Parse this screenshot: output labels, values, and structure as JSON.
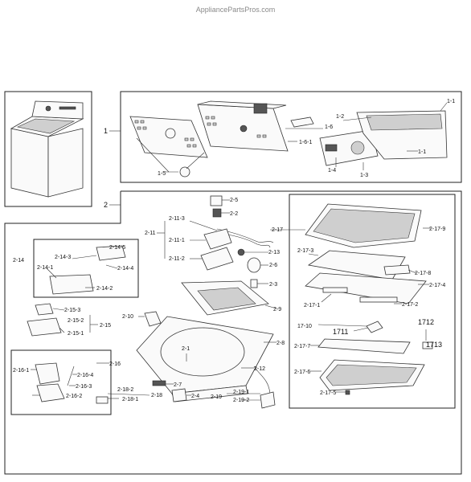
{
  "watermark": "AppliancePartsPros.com",
  "labels": {
    "g1": "1",
    "g2": "2",
    "p1_1": "1-1",
    "p1_2": "1-2",
    "p1_3": "1-3",
    "p1_4": "1-4",
    "p1_5": "1-5",
    "p1_6": "1-6",
    "p1_6_1": "1-6-1",
    "p2_1": "2-1",
    "p2_2": "2-2",
    "p2_3": "2-3",
    "p2_4": "2-4",
    "p2_5": "2-5",
    "p2_6": "2-6",
    "p2_7": "2-7",
    "p2_8a": "2-8",
    "p2_8b": "2-8",
    "p2_10": "2-10",
    "p2_11": "2-11",
    "p2_11_1": "2-11-1",
    "p2_11_2": "2-11-2",
    "p2_11_3": "2-11-3",
    "p2_12": "2-12",
    "p2_13": "2-13",
    "p2_14": "2-14",
    "p2_14_1": "2-14-1",
    "p2_14_2": "2-14-2",
    "p2_14_3": "2-14-3",
    "p2_14_4": "2-14-4",
    "p2_14_5": "2-14-5",
    "p2_15": "2-15",
    "p2_15_1": "2-15-1",
    "p2_15_2": "2-15-2",
    "p2_15_3": "2-15-3",
    "p2_16": "2-16",
    "p2_16_1": "2-16-1",
    "p2_16_2": "2-16-2",
    "p2_16_3": "2-16-3",
    "p2_16_4": "2-16-4",
    "p2_17": "2-17",
    "p2_17_1": "2-17-1",
    "p2_17_2": "2-17-2",
    "p2_17_3": "2-17-3",
    "p2_17_4": "2-17-4",
    "p2_17_5": "2-17-5",
    "p2_17_6": "2-17-6",
    "p2_17_7": "2-17-7",
    "p2_17_8": "2-17-8",
    "p2_17_9": "2-17-9",
    "p17_10": "17-10",
    "p1711": "1711",
    "p1712": "1712",
    "p1713": "1713",
    "p2_18": "2-18",
    "p2_18_1": "2-18-1",
    "p2_18_2": "2-18-2",
    "p2_19": "2-19",
    "p2_19_1": "2-19-1",
    "p2_19_2": "2-19-2"
  }
}
